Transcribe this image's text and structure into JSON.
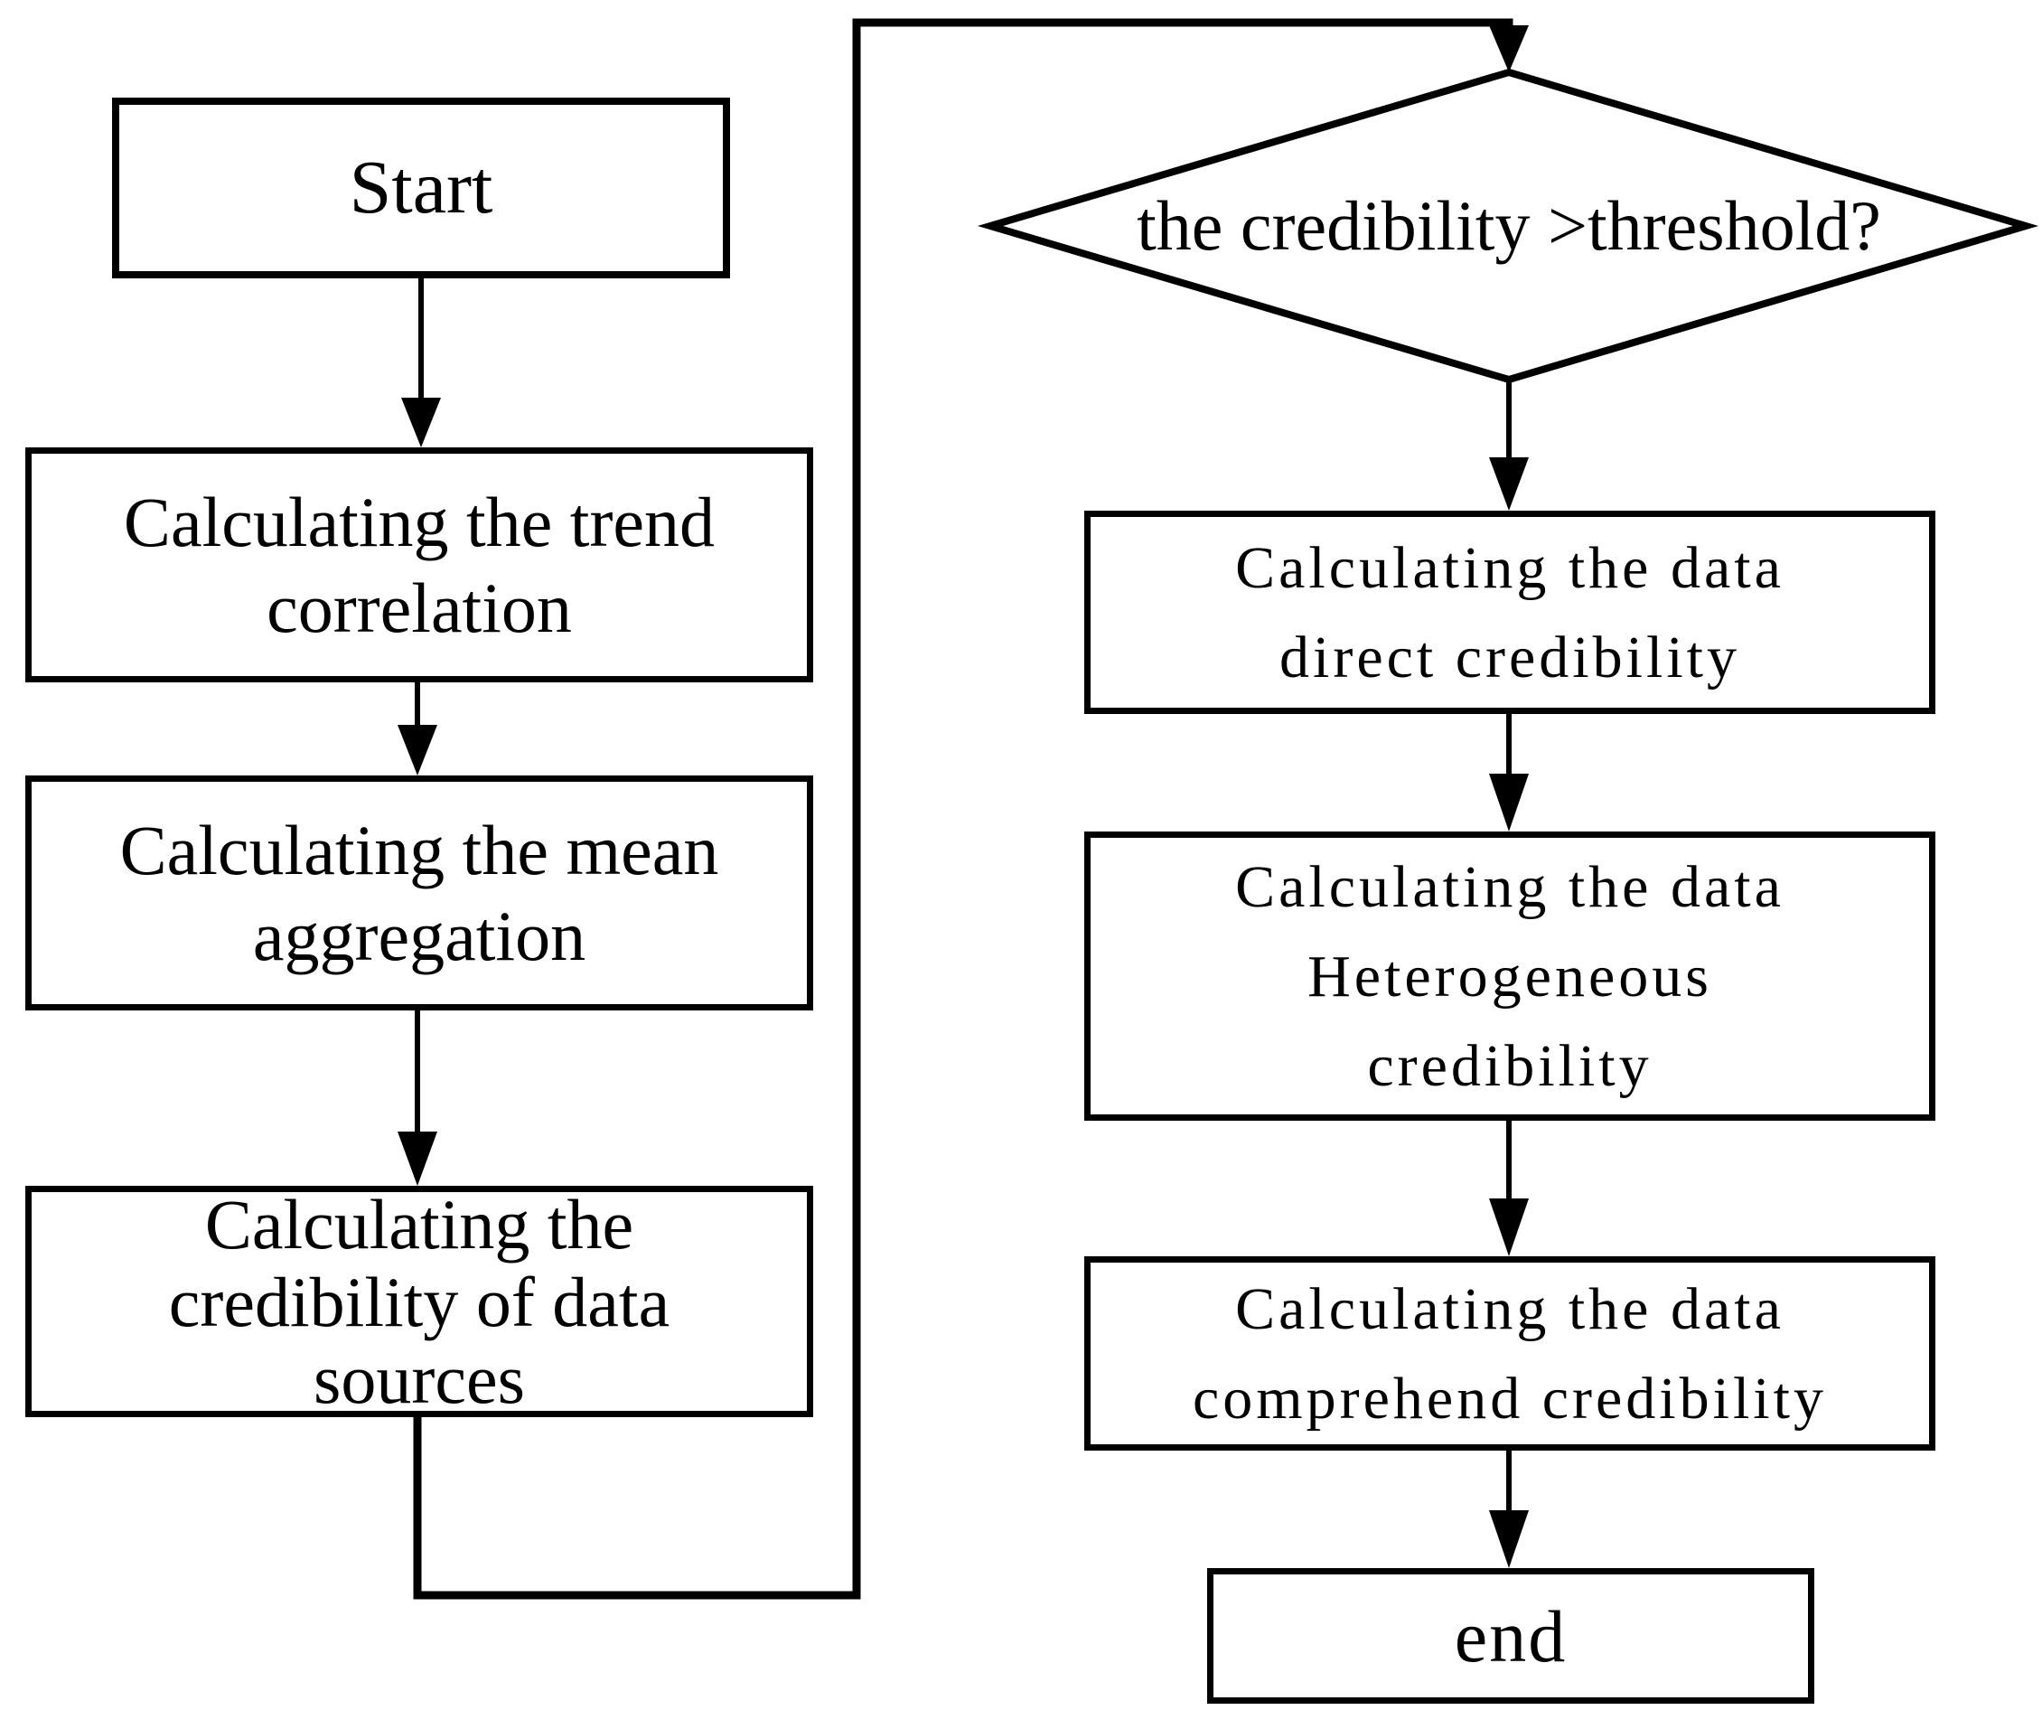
{
  "figure": {
    "kind": "flowchart",
    "background_color": "#ffffff",
    "stroke_color": "#000000",
    "text_color": "#000000"
  },
  "nodes": {
    "start": {
      "type": "process",
      "label": "Start",
      "lines": [
        "Start"
      ]
    },
    "trend": {
      "type": "process",
      "label": "Calculating the trend correlation",
      "lines": [
        "Calculating the trend",
        "correlation"
      ]
    },
    "mean": {
      "type": "process",
      "label": "Calculating the mean aggregation",
      "lines": [
        "Calculating the mean",
        "aggregation"
      ]
    },
    "sources": {
      "type": "process",
      "label": "Calculating the credibility of data sources",
      "lines": [
        "Calculating the",
        "credibility of data",
        "sources"
      ]
    },
    "decision": {
      "type": "decision",
      "label": "the credibility >threshold?",
      "lines": [
        "the credibility >threshold?"
      ]
    },
    "direct": {
      "type": "process",
      "label": "Calculating the data direct credibility",
      "lines": [
        "Calculating the data",
        "direct credibility"
      ]
    },
    "heterogeneous": {
      "type": "process",
      "label": "Calculating the data Heterogeneous credibility",
      "lines": [
        "Calculating the data",
        "Heterogeneous",
        "credibility"
      ]
    },
    "comprehend": {
      "type": "process",
      "label": "Calculating the data comprehend credibility",
      "lines": [
        "Calculating the data",
        "comprehend credibility"
      ]
    },
    "end": {
      "type": "process",
      "label": "end",
      "lines": [
        "end"
      ]
    }
  },
  "edges": [
    {
      "from": "start",
      "to": "trend"
    },
    {
      "from": "trend",
      "to": "mean"
    },
    {
      "from": "mean",
      "to": "sources"
    },
    {
      "from": "sources",
      "to": "decision",
      "shape": "elbow-down-right-up"
    },
    {
      "from": "decision",
      "to": "direct"
    },
    {
      "from": "direct",
      "to": "heterogeneous"
    },
    {
      "from": "heterogeneous",
      "to": "comprehend"
    },
    {
      "from": "comprehend",
      "to": "end"
    }
  ]
}
